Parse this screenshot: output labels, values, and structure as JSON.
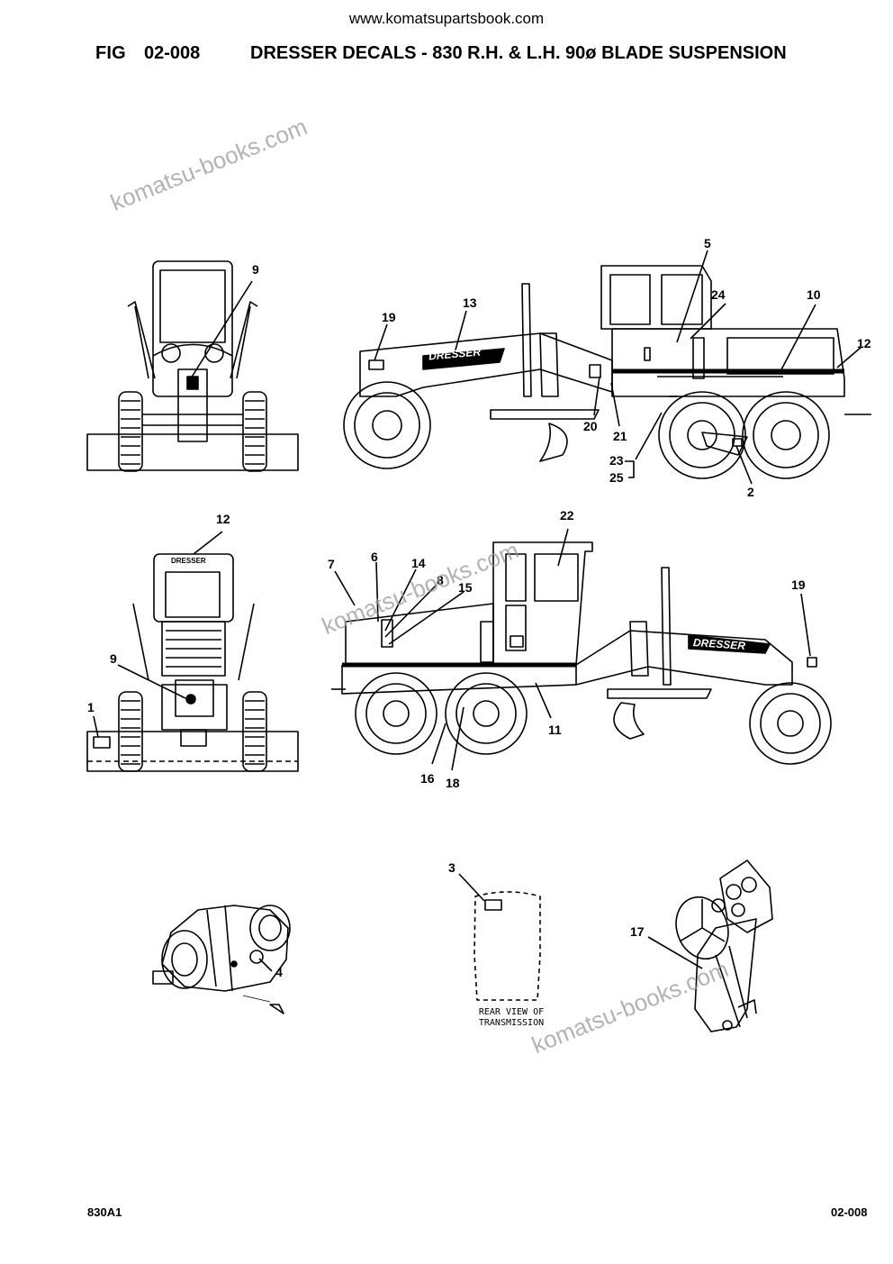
{
  "header": {
    "website": "www.komatsupartsbook.com",
    "fig_label": "FIG",
    "fig_number": "02-008",
    "title": "DRESSER DECALS - 830 R.H. & L.H. 90ø BLADE SUSPENSION"
  },
  "watermarks": [
    "komatsu-books.com",
    "komatsu-books.com",
    "komatsu-books.com"
  ],
  "callouts": {
    "front_view": [
      "9"
    ],
    "right_side_view": [
      "19",
      "13",
      "5",
      "24",
      "10",
      "12",
      "20",
      "21",
      "23",
      "25",
      "2"
    ],
    "rear_view": [
      "12",
      "9",
      "1"
    ],
    "left_side_view": [
      "7",
      "6",
      "14",
      "8",
      "15",
      "22",
      "19",
      "11",
      "16",
      "18"
    ],
    "transmission_view": [
      "3"
    ],
    "pump_view": [
      "4"
    ],
    "steering_console_view": [
      "17"
    ]
  },
  "machine_labels": {
    "brand_decal": "DRESSER"
  },
  "notes": {
    "transmission_caption_line1": "REAR VIEW OF",
    "transmission_caption_line2": "TRANSMISSION"
  },
  "footer": {
    "left": "830A1",
    "right": "02-008"
  }
}
